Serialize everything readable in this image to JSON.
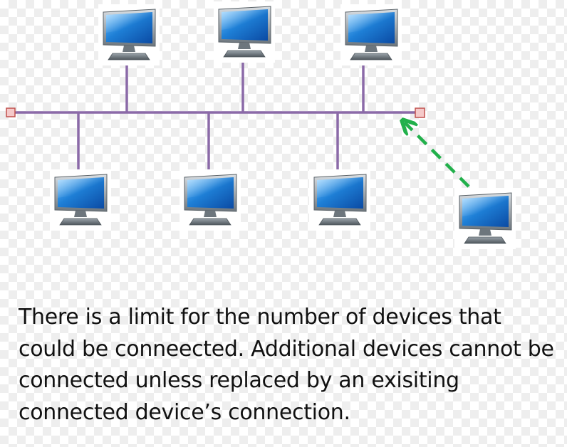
{
  "diagram": {
    "title": "",
    "caption": "There is a limit for the number of devices that could be conneected. Additional devices cannot be connected unless replaced by an exisiting connected device’s connection.",
    "colors": {
      "bus": "#8b6aa8",
      "drop_line": "#8b6aa8",
      "terminator_fill": "#f5c9c9",
      "terminator_stroke": "#c0504d",
      "new_link_arrow": "#22b04b",
      "monitor_bezel": "#9aa3aa",
      "monitor_screen": "#1e7fd6",
      "monitor_frame_back": "#ffffff"
    },
    "nodes": [
      {
        "id": "computer-top-1",
        "icon": "monitor-icon",
        "connected": true
      },
      {
        "id": "computer-top-2",
        "icon": "monitor-icon",
        "connected": true
      },
      {
        "id": "computer-top-3",
        "icon": "monitor-icon",
        "connected": true
      },
      {
        "id": "computer-bottom-1",
        "icon": "monitor-icon",
        "connected": true
      },
      {
        "id": "computer-bottom-2",
        "icon": "monitor-icon",
        "connected": true
      },
      {
        "id": "computer-bottom-3",
        "icon": "monitor-icon",
        "connected": true
      },
      {
        "id": "computer-new",
        "icon": "monitor-icon",
        "connected": false
      }
    ],
    "terminators": [
      {
        "id": "terminator-left",
        "icon": "terminator-icon"
      },
      {
        "id": "terminator-right",
        "icon": "terminator-icon"
      }
    ],
    "edges": [
      {
        "from": "computer-new",
        "to": "terminator-right",
        "style": "dashed",
        "arrow": true
      }
    ]
  }
}
